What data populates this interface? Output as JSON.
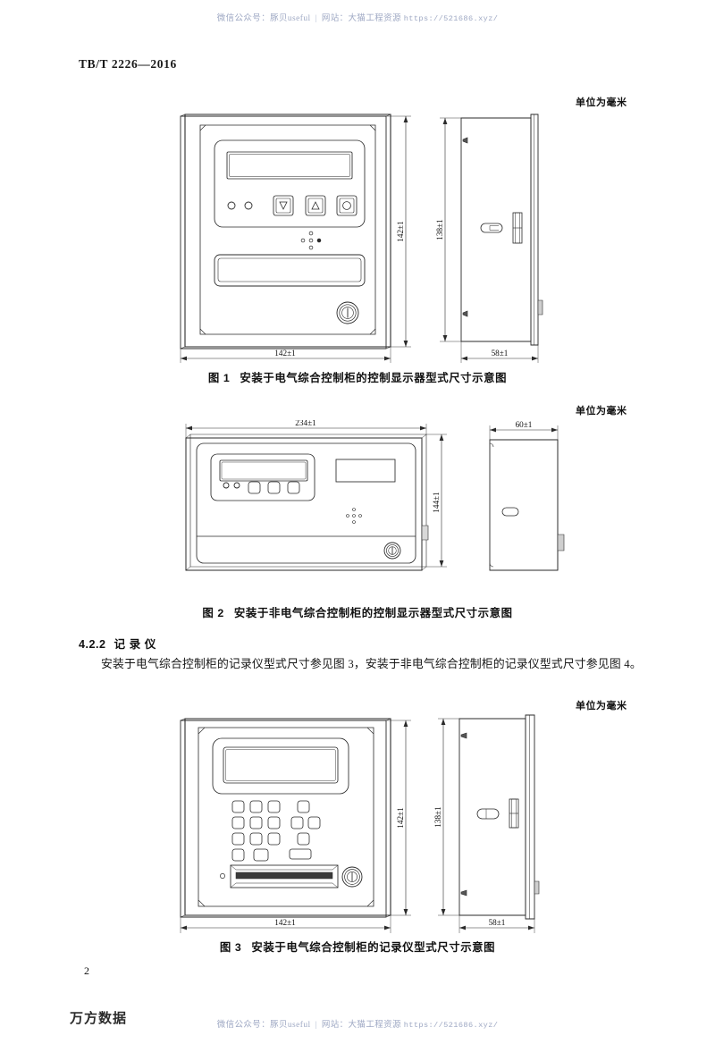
{
  "document": {
    "standard_code": "TB/T 2226—2016",
    "page_number": "2",
    "footer_brand": "万方数据"
  },
  "watermark": {
    "wechat_label": "微信公众号：",
    "wechat_value": "豚贝useful",
    "separator": "|",
    "site_label": "网站：",
    "site_value": "大猫工程资源",
    "url": "https://521686.xyz/"
  },
  "unit_note": "单位为毫米",
  "clause": {
    "number": "4.2.2",
    "title": "记 录 仪",
    "paragraph": "安装于电气综合控制柜的记录仪型式尺寸参见图 3，安装于非电气综合控制柜的记录仪型式尺寸参见图 4。"
  },
  "figures": [
    {
      "id": "figure-1",
      "caption_number": "图 1",
      "caption_text": "安装于电气综合控制柜的控制显示器型式尺寸示意图",
      "unit_note": "单位为毫米",
      "dimensions": {
        "front_width": "142±1",
        "front_height": "142±1",
        "side_height": "138±1",
        "side_depth": "58±1"
      },
      "front_panel": {
        "display_window": "lcd-display",
        "indicator_lamps": 2,
        "buttons": [
          "▽",
          "△",
          "○"
        ],
        "vent_dots": 6,
        "lock": "key-lock"
      },
      "side_panel": {
        "features": [
          "slot-handle",
          "hinge-strip"
        ]
      }
    },
    {
      "id": "figure-2",
      "caption_number": "图 2",
      "caption_text": "安装于非电气综合控制柜的控制显示器型式尺寸示意图",
      "unit_note": "单位为毫米",
      "dimensions": {
        "front_width": "234±1",
        "front_height": "144±1",
        "side_depth": "60±1"
      },
      "front_panel": {
        "display_window": "lcd-display",
        "secondary_window": "label-window",
        "indicator_lamps": 2,
        "buttons": [
          "",
          "",
          ""
        ],
        "vent_dots": 6,
        "lock": "key-lock"
      },
      "side_panel": {
        "features": [
          "oval-handle",
          "hinge-tab"
        ]
      }
    },
    {
      "id": "figure-3",
      "caption_number": "图 3",
      "caption_text": "安装于电气综合控制柜的记录仪型式尺寸示意图",
      "unit_note": "单位为毫米",
      "dimensions": {
        "front_width": "142±1",
        "front_height": "142±1",
        "side_height": "138±1",
        "side_depth": "58±1"
      },
      "front_panel": {
        "display_window": "lcd-display",
        "keypad_rows": 4,
        "keypad_keys": 16,
        "printer_slot": "paper-slot",
        "lock": "key-lock"
      },
      "side_panel": {
        "features": [
          "oval-handle",
          "hinge-strip"
        ]
      }
    }
  ],
  "colors": {
    "ink": "#1a1a1a",
    "line": "#2a2a2a",
    "watermark": "#9fa9c4"
  }
}
